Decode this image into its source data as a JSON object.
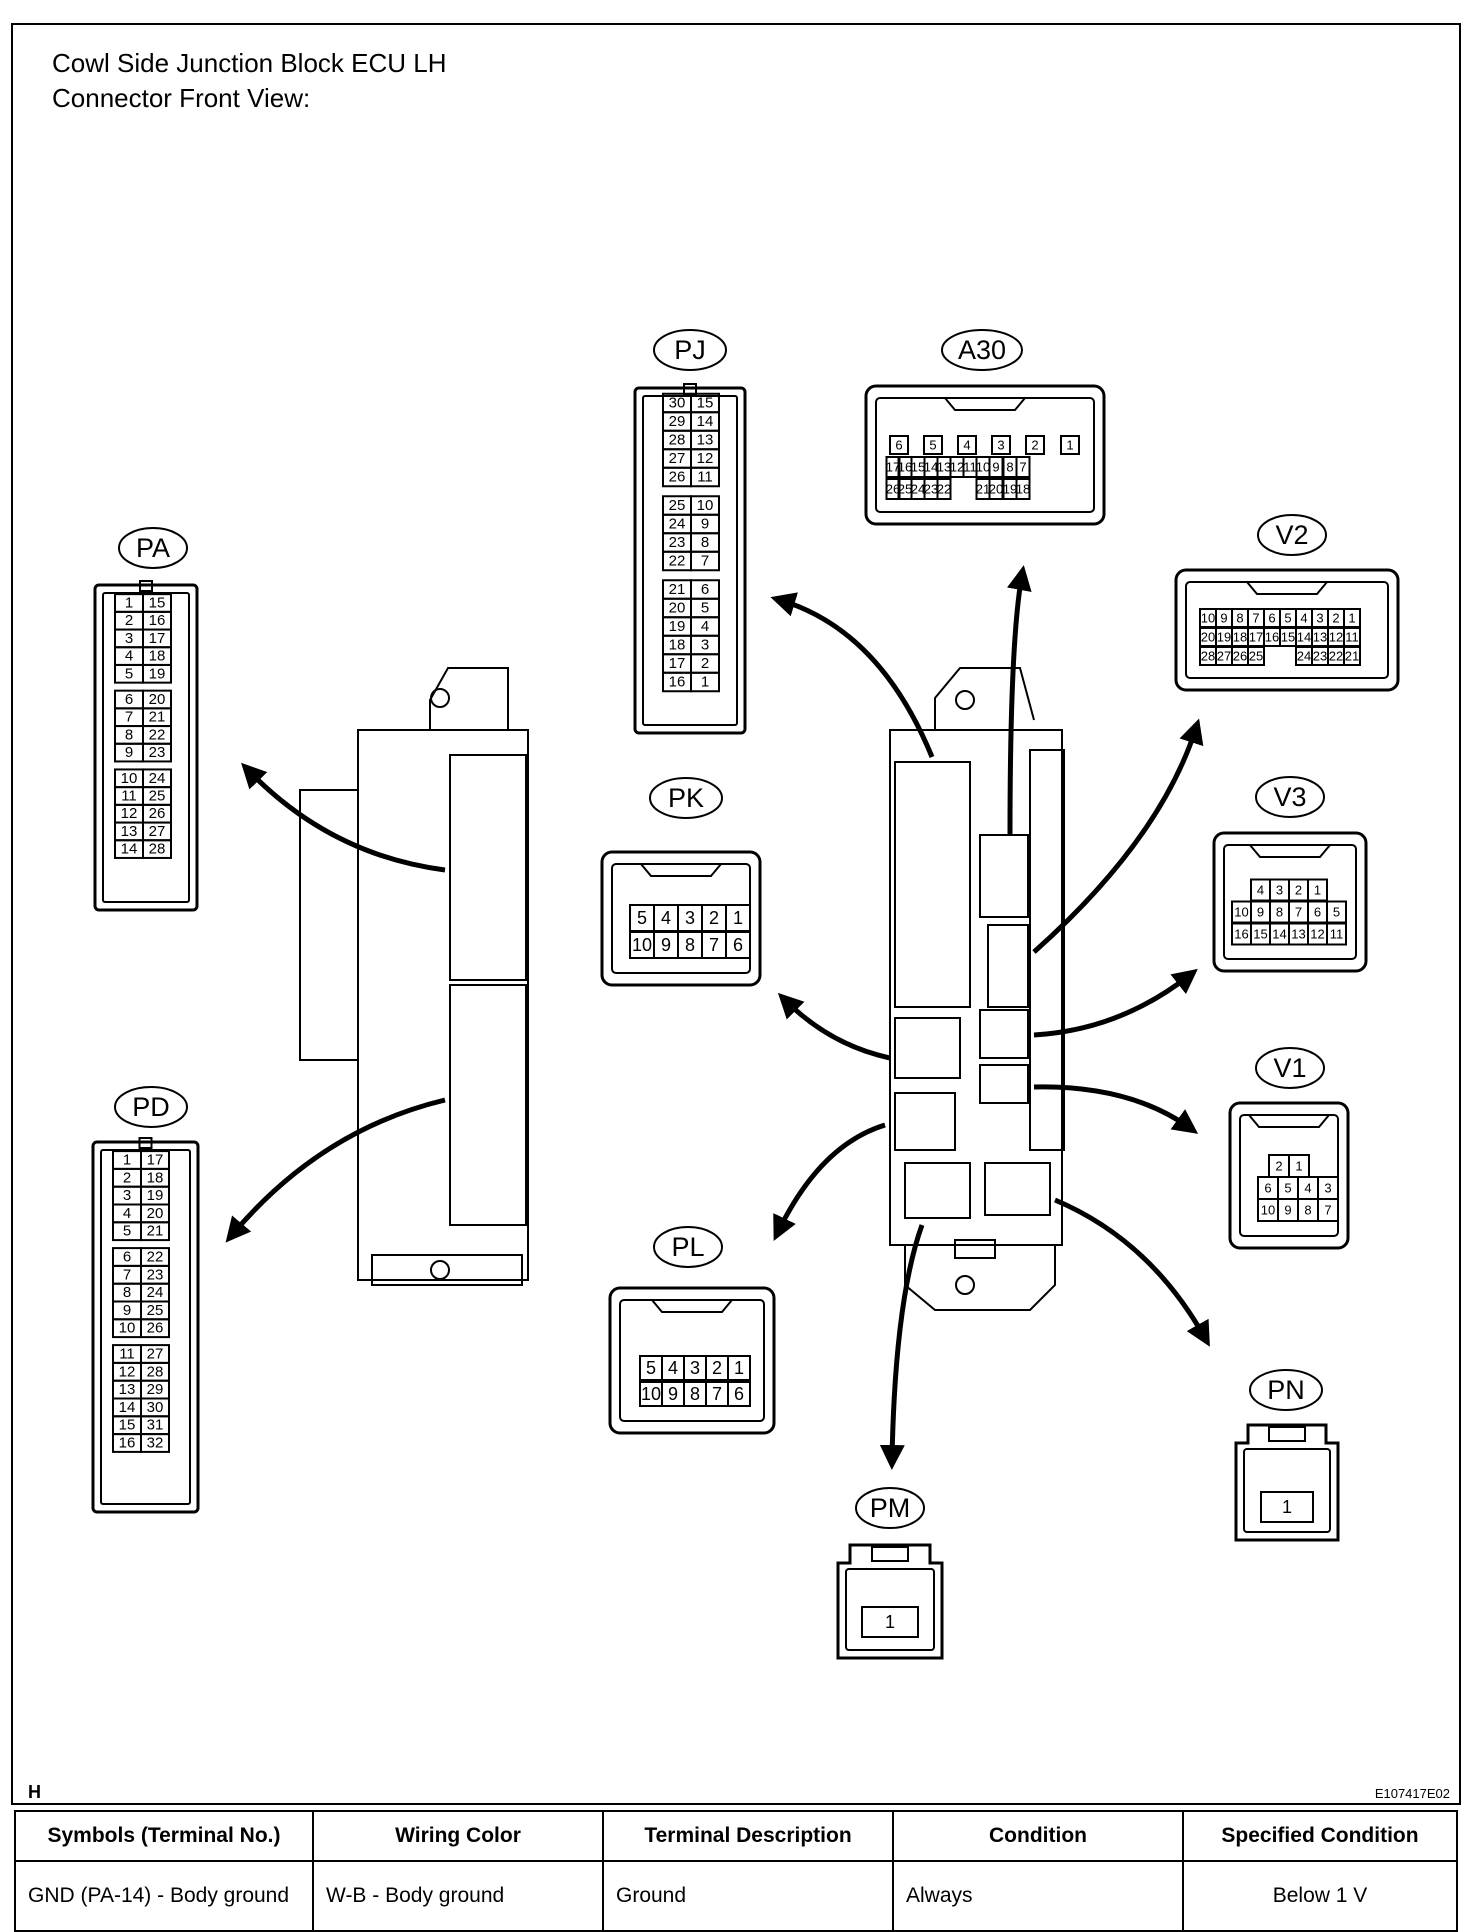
{
  "title_lines": [
    "Cowl Side Junction Block ECU LH",
    "Connector Front View:"
  ],
  "corner_letter": "H",
  "figure_code": "E107417E02",
  "connectors": [
    {
      "id": "PA",
      "rows": [
        [
          "1",
          "15"
        ],
        [
          "2",
          "16"
        ],
        [
          "3",
          "17"
        ],
        [
          "4",
          "18"
        ],
        [
          "5",
          "19"
        ],
        [
          "6",
          "20"
        ],
        [
          "7",
          "21"
        ],
        [
          "8",
          "22"
        ],
        [
          "9",
          "23"
        ],
        [
          "10",
          "24"
        ],
        [
          "11",
          "25"
        ],
        [
          "12",
          "26"
        ],
        [
          "13",
          "27"
        ],
        [
          "14",
          "28"
        ]
      ]
    },
    {
      "id": "PD",
      "rows": [
        [
          "1",
          "17"
        ],
        [
          "2",
          "18"
        ],
        [
          "3",
          "19"
        ],
        [
          "4",
          "20"
        ],
        [
          "5",
          "21"
        ],
        [
          "6",
          "22"
        ],
        [
          "7",
          "23"
        ],
        [
          "8",
          "24"
        ],
        [
          "9",
          "25"
        ],
        [
          "10",
          "26"
        ],
        [
          "11",
          "27"
        ],
        [
          "12",
          "28"
        ],
        [
          "13",
          "29"
        ],
        [
          "14",
          "30"
        ],
        [
          "15",
          "31"
        ],
        [
          "16",
          "32"
        ]
      ]
    },
    {
      "id": "PJ",
      "rows": [
        [
          "30",
          "15"
        ],
        [
          "29",
          "14"
        ],
        [
          "28",
          "13"
        ],
        [
          "27",
          "12"
        ],
        [
          "26",
          "11"
        ],
        [
          "25",
          "10"
        ],
        [
          "24",
          "9"
        ],
        [
          "23",
          "8"
        ],
        [
          "22",
          "7"
        ],
        [
          "21",
          "6"
        ],
        [
          "20",
          "5"
        ],
        [
          "19",
          "4"
        ],
        [
          "18",
          "3"
        ],
        [
          "17",
          "2"
        ],
        [
          "16",
          "1"
        ]
      ]
    },
    {
      "id": "A30",
      "rows": [
        [
          "6",
          "5",
          "4",
          "3",
          "2",
          "1"
        ],
        [
          "17",
          "16",
          "15",
          "14",
          "13",
          "12",
          "11",
          "10",
          "9",
          "8",
          "7"
        ],
        [
          "26",
          "25",
          "24",
          "23",
          "22",
          "21",
          "20",
          "19",
          "18"
        ]
      ]
    },
    {
      "id": "V2",
      "rows": [
        [
          "10",
          "9",
          "8",
          "7",
          "6",
          "5",
          "4",
          "3",
          "2",
          "1"
        ],
        [
          "20",
          "19",
          "18",
          "17",
          "16",
          "15",
          "14",
          "13",
          "12",
          "11"
        ],
        [
          "28",
          "27",
          "26",
          "25",
          "24",
          "23",
          "22",
          "21"
        ]
      ]
    },
    {
      "id": "V3",
      "rows": [
        [
          "4",
          "3",
          "2",
          "1"
        ],
        [
          "10",
          "9",
          "8",
          "7",
          "6",
          "5"
        ],
        [
          "16",
          "15",
          "14",
          "13",
          "12",
          "11"
        ]
      ]
    },
    {
      "id": "V1",
      "rows": [
        [
          "2",
          "1"
        ],
        [
          "6",
          "5",
          "4",
          "3"
        ],
        [
          "10",
          "9",
          "8",
          "7"
        ]
      ]
    },
    {
      "id": "PK",
      "rows": [
        [
          "5",
          "4",
          "3",
          "2",
          "1"
        ],
        [
          "10",
          "9",
          "8",
          "7",
          "6"
        ]
      ]
    },
    {
      "id": "PL",
      "rows": [
        [
          "5",
          "4",
          "3",
          "2",
          "1"
        ],
        [
          "10",
          "9",
          "8",
          "7",
          "6"
        ]
      ]
    },
    {
      "id": "PM",
      "rows": [
        [
          "1"
        ]
      ]
    },
    {
      "id": "PN",
      "rows": [
        [
          "1"
        ]
      ]
    }
  ],
  "table": {
    "headers": [
      "Symbols (Terminal No.)",
      "Wiring Color",
      "Terminal Description",
      "Condition",
      "Specified Condition"
    ],
    "rows": [
      [
        "GND (PA-14) - Body ground",
        "W-B - Body ground",
        "Ground",
        "Always",
        "Below 1 V"
      ]
    ]
  }
}
